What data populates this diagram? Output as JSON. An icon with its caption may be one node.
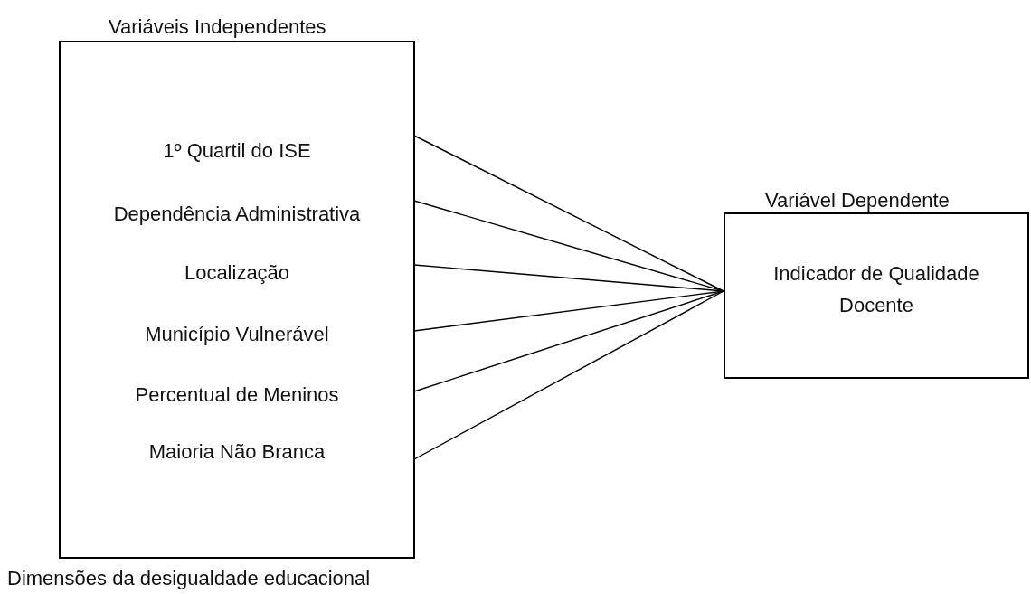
{
  "diagram": {
    "nodes": [
      {
        "text": [
          "Variáveis Independentes",
          "1º Quartil do ISE",
          "Dependência Administrativa",
          "Localização",
          "Município Vulnerável",
          "Percentual de Meninos",
          "Maioria Não Branca"
        ],
        "beside": [
          "Dimensões da desigualdade educacional"
        ]
      },
      {
        "text": [
          "Variável Dependente",
          "Indicador de Qualidade Docente"
        ]
      }
    ],
    "edges": [
      {
        "from": 0,
        "to": 1,
        "arrow": "none"
      },
      {
        "from": 0,
        "to": 1,
        "arrow": "none"
      },
      {
        "from": 0,
        "to": 1,
        "arrow": "none"
      },
      {
        "from": 0,
        "to": 1,
        "arrow": "none"
      },
      {
        "from": 0,
        "to": 1,
        "arrow": "none"
      },
      {
        "from": 0,
        "to": 1,
        "arrow": "none"
      }
    ]
  }
}
